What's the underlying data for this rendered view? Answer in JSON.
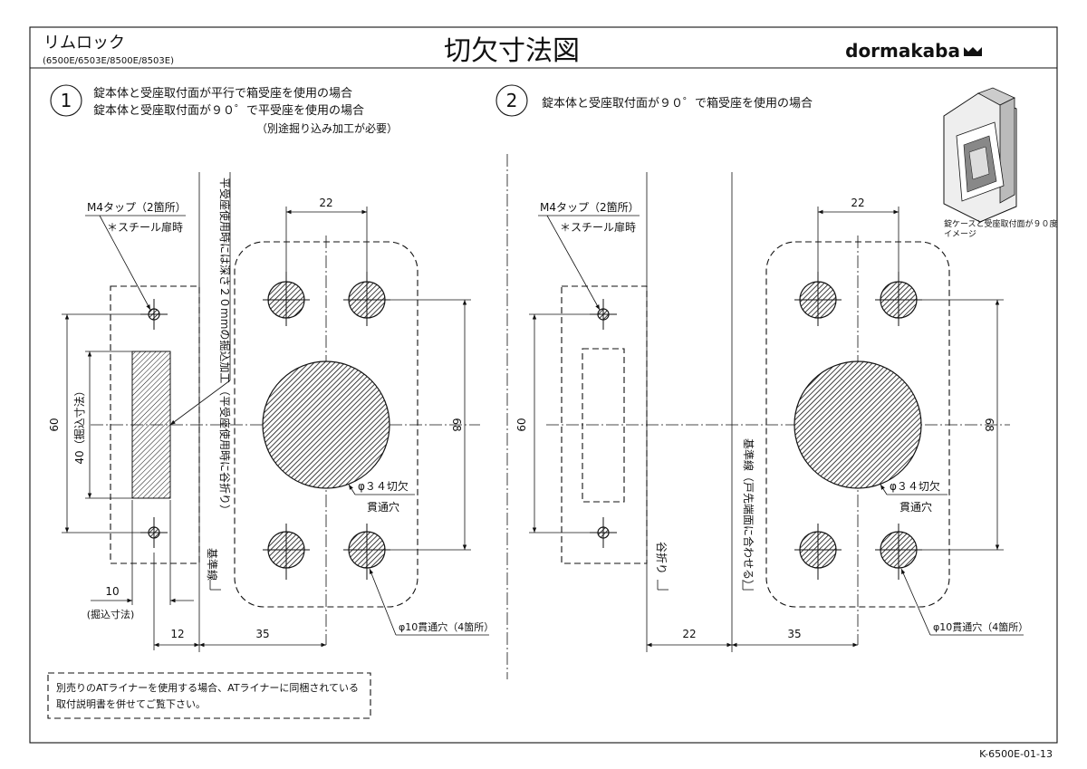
{
  "title_block": {
    "product_name": "リムロック",
    "model_numbers": "(6500E/6503E/8500E/8503E)",
    "title": "切欠寸法図",
    "brand": "dormakaba",
    "doc_number": "K-6500E-01-13"
  },
  "case1": {
    "number": "①",
    "line1": "錠本体と受座取付面が平行で箱受座を使用の場合",
    "line2": "錠本体と受座取付面が９０゜で平受座を使用の場合",
    "line3": "（別途掘り込み加工が必要）",
    "tap_label": "M4タップ（2箇所）",
    "tap_note": "＊スチール扉時",
    "vertical_note": "平受座使用時には深さ２０mmの掘込加工",
    "fold_note": "（平受座使用時に谷折り）",
    "base_line": "基準線",
    "cut_label": "φ３４切欠",
    "through_label": "貫通穴",
    "hole_label": "φ10貫通穴（4箇所）",
    "dims": {
      "top_width": "22",
      "left_total": "60",
      "left_inner": "40（掘込寸法）",
      "right_total": "68",
      "bottom_depth": "10",
      "bottom_depth_note": "(掘込寸法)",
      "offset": "12",
      "hole_spacing": "35"
    }
  },
  "case2": {
    "number": "②",
    "line1": "錠本体と受座取付面が９０゜で箱受座を使用の場合",
    "tap_label": "M4タップ（2箇所）",
    "tap_note": "＊スチール扉時",
    "valley_fold": "谷折り",
    "base_line_note": "基準線（戸先端面に合わせる）",
    "cut_label": "φ３４切欠",
    "through_label": "貫通穴",
    "hole_label": "φ10貫通穴（4箇所）",
    "dims": {
      "top_width": "22",
      "left_total": "60",
      "right_total": "68",
      "offset": "22",
      "hole_spacing": "35"
    }
  },
  "image_caption": "錠ケースと受座取付面が９０度イメージ",
  "footnote": {
    "line1": "別売りのATライナーを使用する場合、ATライナーに同梱されている",
    "line2": "取付説明書を併せてご覧下さい。"
  }
}
